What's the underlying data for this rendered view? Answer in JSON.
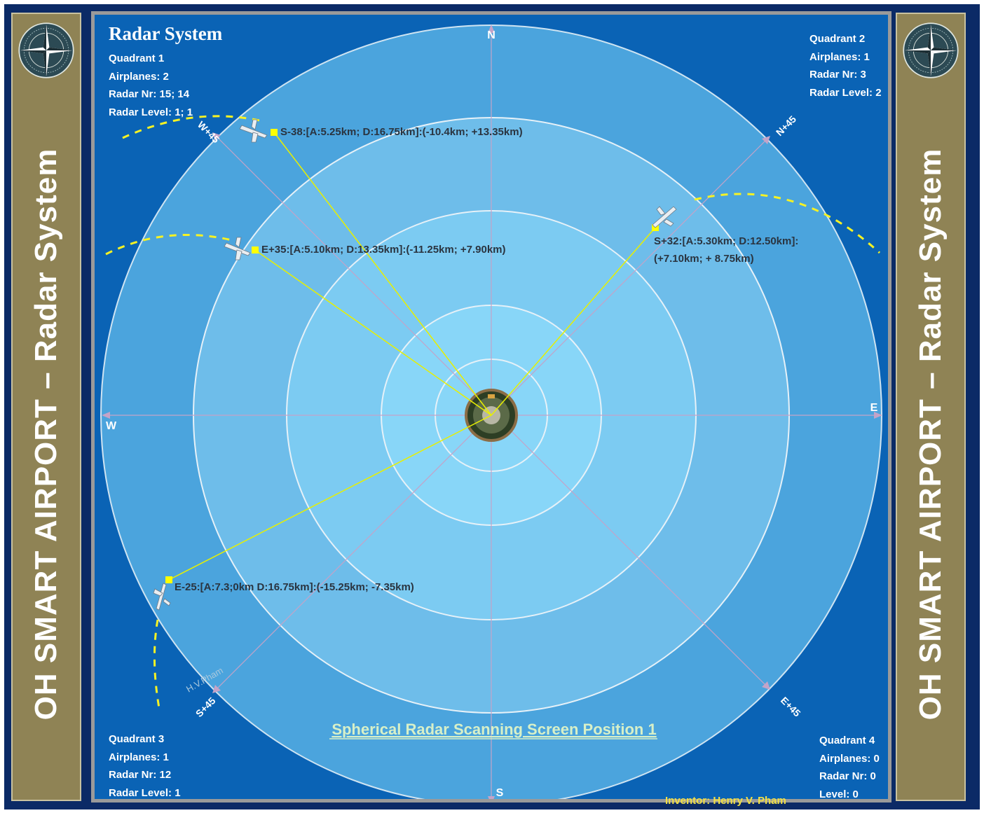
{
  "sidebar": {
    "title": "OH SMART AIRPORT – Radar System"
  },
  "header": {
    "title": "Radar System"
  },
  "quadrants": [
    {
      "name": "Quadrant 1",
      "airplanes": "Airplanes: 2",
      "radar_nr": "Radar Nr: 15; 14",
      "radar_level": "Radar Level: 1; 1"
    },
    {
      "name": "Quadrant 2",
      "airplanes": "Airplanes: 1",
      "radar_nr": "Radar Nr: 3",
      "radar_level": "Radar Level: 2"
    },
    {
      "name": "Quadrant 3",
      "airplanes": "Airplanes: 1",
      "radar_nr": "Radar Nr: 12",
      "radar_level": "Radar Level: 1"
    },
    {
      "name": "Quadrant 4",
      "airplanes": "Airplanes: 0",
      "radar_nr": "Radar Nr: 0",
      "radar_level": "Level: 0"
    }
  ],
  "compass_labels": {
    "n": "N",
    "s": "S",
    "e": "E",
    "w": "W",
    "nw": "W+45",
    "ne": "N+45",
    "sw": "S+45",
    "se": "E+45"
  },
  "targets": [
    {
      "label": "S-38:[A:5.25km; D:16.75km]:(-10.4km; +13.35km)"
    },
    {
      "label": "E+35:[A:5.10km; D:13.35km]:(-11.25km; +7.90km)"
    },
    {
      "label_line1": "S+32:[A:5.30km; D:12.50km]:",
      "label_line2": "(+7.10km; + 8.75km)"
    },
    {
      "label": "E-25:[A:7.3;0km D:16.75km]:(-15.25km; -7.35km)"
    }
  ],
  "footer": {
    "caption": "Spherical Radar Scanning Screen Position 1",
    "inventor": "Inventor: Henry V. Pham",
    "watermark": "H.V.Pham"
  },
  "colors": {
    "ring_outer": "#4ba4dd",
    "ring_mid": "#6ebdea",
    "ring_inner": "#7ccbf2",
    "ring_core": "#88d6f8",
    "track": "#e8f000",
    "screen_bg": "#0a63b5",
    "sidebar": "#8f8355",
    "caption": "#d7f0c8",
    "inventor": "#f2e046"
  },
  "icons": [
    "compass-rose-icon",
    "airplane-icon"
  ]
}
